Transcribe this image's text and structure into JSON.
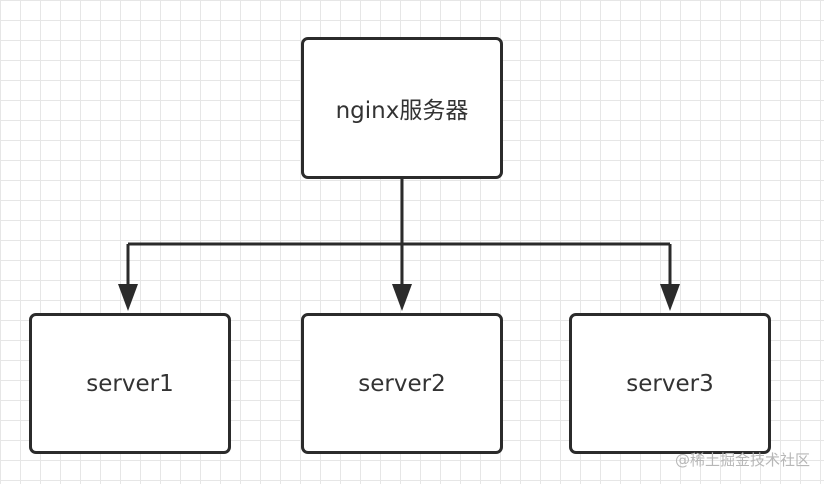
{
  "diagram": {
    "root": {
      "label": "nginx服务器"
    },
    "children": [
      {
        "label": "server1"
      },
      {
        "label": "server2"
      },
      {
        "label": "server3"
      }
    ],
    "colors": {
      "stroke": "#2b2b2b",
      "grid": "#e6e6e6",
      "text": "#333333"
    }
  },
  "watermark": "@稀土掘金技术社区"
}
